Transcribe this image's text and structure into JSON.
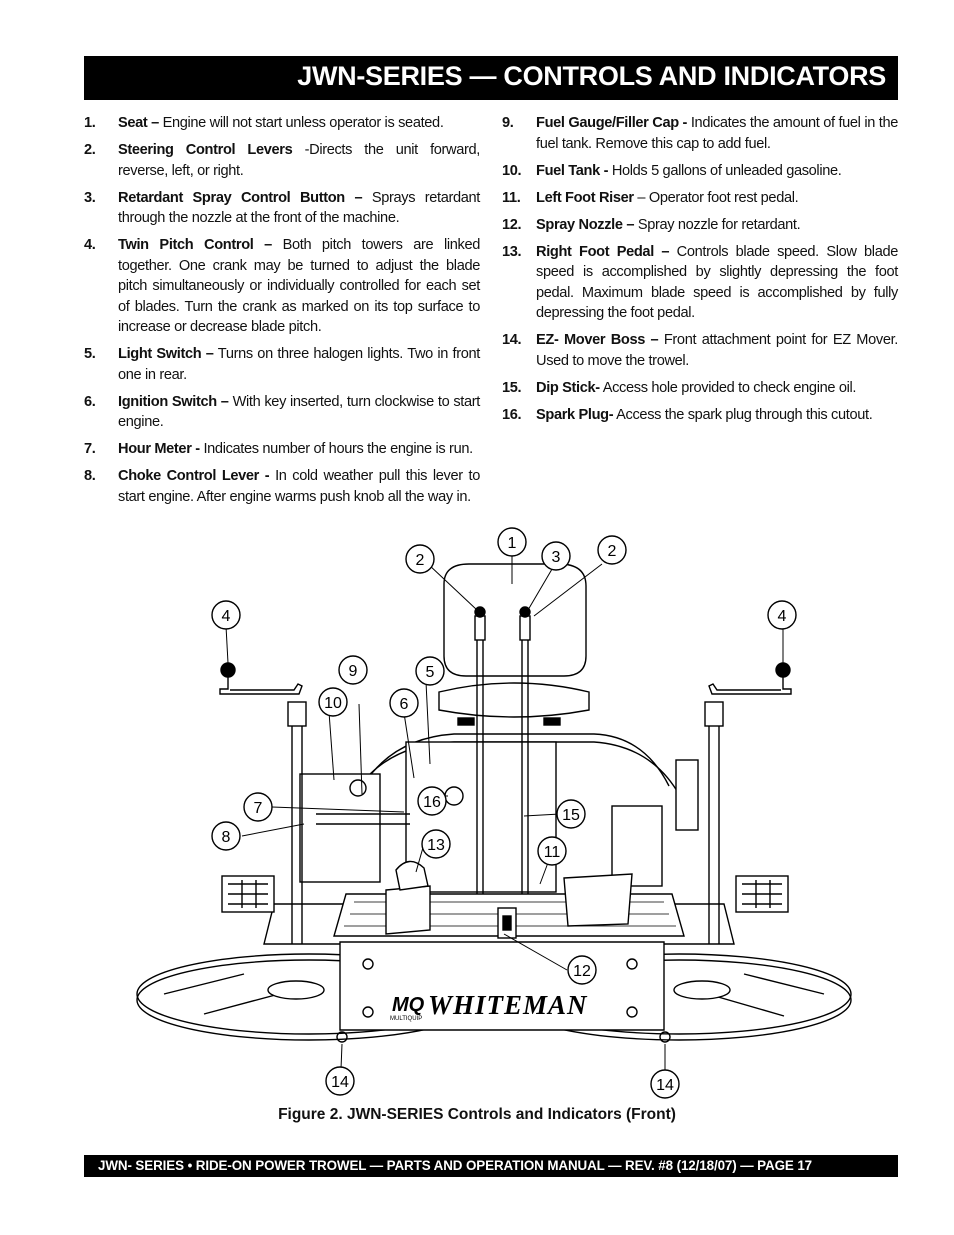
{
  "header": {
    "title": "JWN-SERIES — CONTROLS AND INDICATORS"
  },
  "left_items": [
    {
      "num": "1.",
      "label": "Seat –",
      "text": " Engine will not start unless operator is seated."
    },
    {
      "num": "2.",
      "label": "Steering Control Levers",
      "text": " -Directs the unit forward, reverse, left, or right."
    },
    {
      "num": "3.",
      "label": "Retardant Spray Control Button –",
      "text": " Sprays retardant through the nozzle at the front of the machine."
    },
    {
      "num": "4.",
      "label": "Twin Pitch Control –",
      "text": " Both pitch towers are linked together. One crank may be turned to adjust the blade pitch simultaneously or individually controlled for each set of blades. Turn the crank as marked on its top surface to increase or decrease blade pitch."
    },
    {
      "num": "5.",
      "label": "Light Switch –",
      "text": " Turns on three halogen lights. Two in front one in rear."
    },
    {
      "num": "6.",
      "label": "Ignition Switch –",
      "text": " With key inserted, turn clockwise to start engine."
    },
    {
      "num": "7.",
      "label": "Hour Meter -",
      "text": " Indicates number of hours the engine is run."
    },
    {
      "num": "8.",
      "label": "Choke Control Lever -",
      "text": " In cold weather pull this lever to start engine. After engine warms push knob all the way in."
    }
  ],
  "right_items": [
    {
      "num": "9.",
      "label": "Fuel Gauge/Filler Cap -",
      "text": " Indicates the amount of fuel in the fuel tank. Remove this cap to add fuel."
    },
    {
      "num": "10.",
      "label": "Fuel Tank -",
      "text": " Holds 5 gallons of unleaded gasoline."
    },
    {
      "num": "11.",
      "label": "Left Foot Riser",
      "text": " – Operator foot rest pedal."
    },
    {
      "num": "12.",
      "label": "Spray Nozzle –",
      "text": " Spray nozzle for retardant."
    },
    {
      "num": "13.",
      "label": "Right Foot Pedal –",
      "text": " Controls blade speed. Slow blade speed is accomplished by slightly depressing the foot pedal. Maximum blade speed is accomplished by fully depressing the foot pedal."
    },
    {
      "num": "14.",
      "label": "EZ- Mover Boss –",
      "text": " Front attachment point for EZ Mover. Used to move the trowel."
    },
    {
      "num": "15.",
      "label": "Dip Stick-",
      "text": " Access hole provided to check engine oil."
    },
    {
      "num": "16.",
      "label": "Spark Plug-",
      "text": " Access the spark plug through this cutout."
    }
  ],
  "figure": {
    "callouts": [
      "1",
      "2",
      "2",
      "3",
      "4",
      "4",
      "5",
      "6",
      "7",
      "8",
      "9",
      "10",
      "11",
      "12",
      "13",
      "14",
      "14",
      "15",
      "16"
    ],
    "brand_text": "WHITEMAN",
    "brand_logo_text": "MQ",
    "brand_logo_subtext": "MULTIQUIP"
  },
  "caption": "Figure 2. JWN-SERIES Controls and Indicators (Front)",
  "footer": "JWN- SERIES • RIDE-ON POWER TROWEL — PARTS AND OPERATION MANUAL — REV. #8 (12/18/07) — PAGE 17"
}
